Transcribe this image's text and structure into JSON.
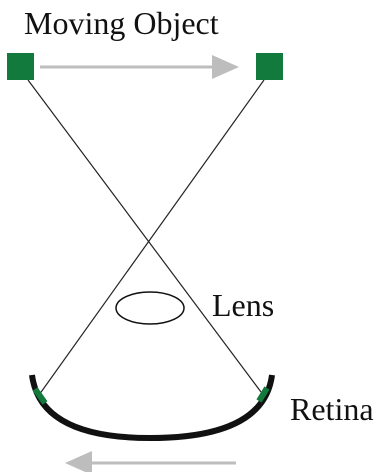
{
  "labels": {
    "object": "Moving Object",
    "lens": "Lens",
    "retina": "Retina"
  },
  "colors": {
    "object": "#127a3c",
    "arrow": "#bdbdbd",
    "ray": "#222222",
    "lens": "#111111",
    "retina": "#111111",
    "image_on_retina": "#127a3c"
  },
  "icons": {
    "object_start": "green-square",
    "object_end": "green-square",
    "object_motion": "right-arrow",
    "image_motion": "left-arrow"
  }
}
